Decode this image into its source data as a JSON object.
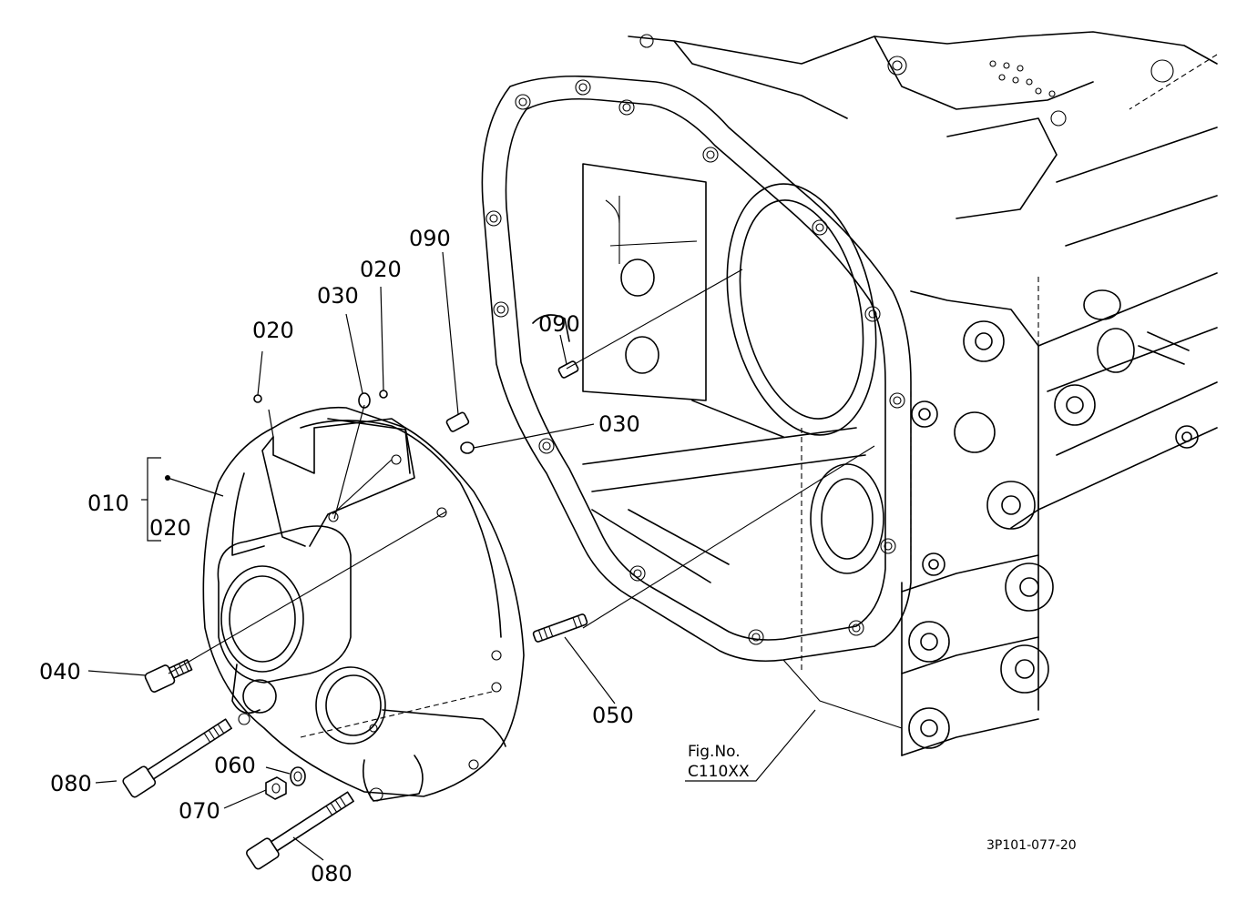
{
  "callouts": {
    "c010": "010",
    "c020_bracket": "020",
    "c020_left": "020",
    "c030_top": "030",
    "c020_top": "020",
    "c090_top": "090",
    "c090_mid": "090",
    "c030_mid": "030",
    "c040": "040",
    "c050": "050",
    "c060": "060",
    "c070": "070",
    "c080_upper": "080",
    "c080_lower": "080"
  },
  "figure_ref": {
    "line1": "Fig.No.",
    "line2": "C110XX"
  },
  "drawing_code": "3P101-077-20"
}
